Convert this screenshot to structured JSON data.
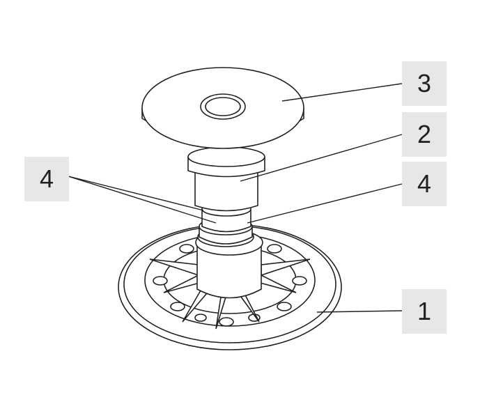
{
  "callouts": [
    {
      "id": "base",
      "label": "1"
    },
    {
      "id": "spindle",
      "label": "2"
    },
    {
      "id": "head",
      "label": "3"
    },
    {
      "id": "lock-nut-lower",
      "label": "4"
    },
    {
      "id": "lock-nut-upper",
      "label": "4"
    }
  ],
  "colors": {
    "callout_bg": "#e6e7e8",
    "line": "#231f20"
  }
}
